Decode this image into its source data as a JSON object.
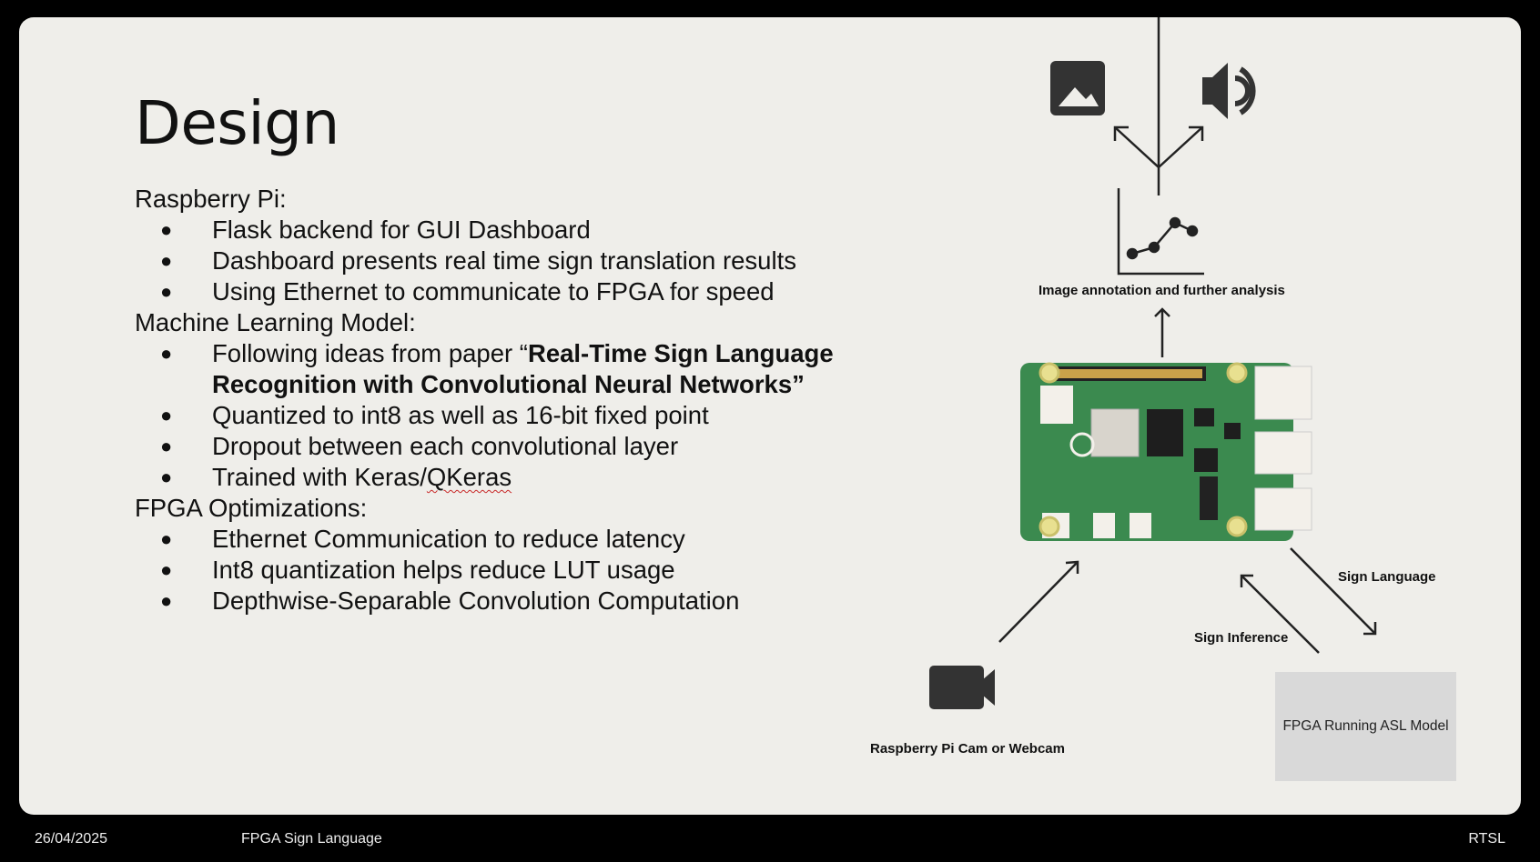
{
  "slide": {
    "title": "Design",
    "sections": [
      {
        "heading": "Raspberry Pi:",
        "items": [
          {
            "text": "Flask backend for GUI Dashboard"
          },
          {
            "text": "Dashboard presents real time sign translation results"
          },
          {
            "text": "Using Ethernet to communicate to FPGA for speed"
          }
        ]
      },
      {
        "heading": "Machine Learning Model:",
        "items": [
          {
            "prefix": "Following ideas from paper “",
            "bold": "Real-Time Sign Language Recognition with Convolutional Neural Networks",
            "suffix": "”"
          },
          {
            "text": "Quantized to int8 as well as 16-bit fixed point"
          },
          {
            "text": "Dropout between each convolutional layer"
          },
          {
            "prefix": "Trained with Keras/",
            "squiggle": "QKeras"
          }
        ]
      },
      {
        "heading": "FPGA Optimizations:",
        "items": [
          {
            "text": "Ethernet Communication to reduce latency"
          },
          {
            "text": "Int8 quantization helps reduce LUT usage"
          },
          {
            "text": "Depthwise-Separable Convolution Computation"
          }
        ]
      }
    ],
    "bullet_char": "●"
  },
  "diagram": {
    "image_annotation_label": "Image annotation and further analysis",
    "camera_label": "Raspberry Pi Cam or Webcam",
    "sign_inference_label": "Sign Inference",
    "sign_language_label": "Sign Language",
    "fpga_box_label": "FPGA Running ASL Model",
    "icons": [
      "image-icon",
      "speaker-icon",
      "line-chart-icon",
      "raspberry-pi-board",
      "video-camera-icon"
    ],
    "board_color": "#3b8a4f"
  },
  "footer": {
    "date": "26/04/2025",
    "project": "FPGA Sign Language",
    "code": "RTSL"
  }
}
